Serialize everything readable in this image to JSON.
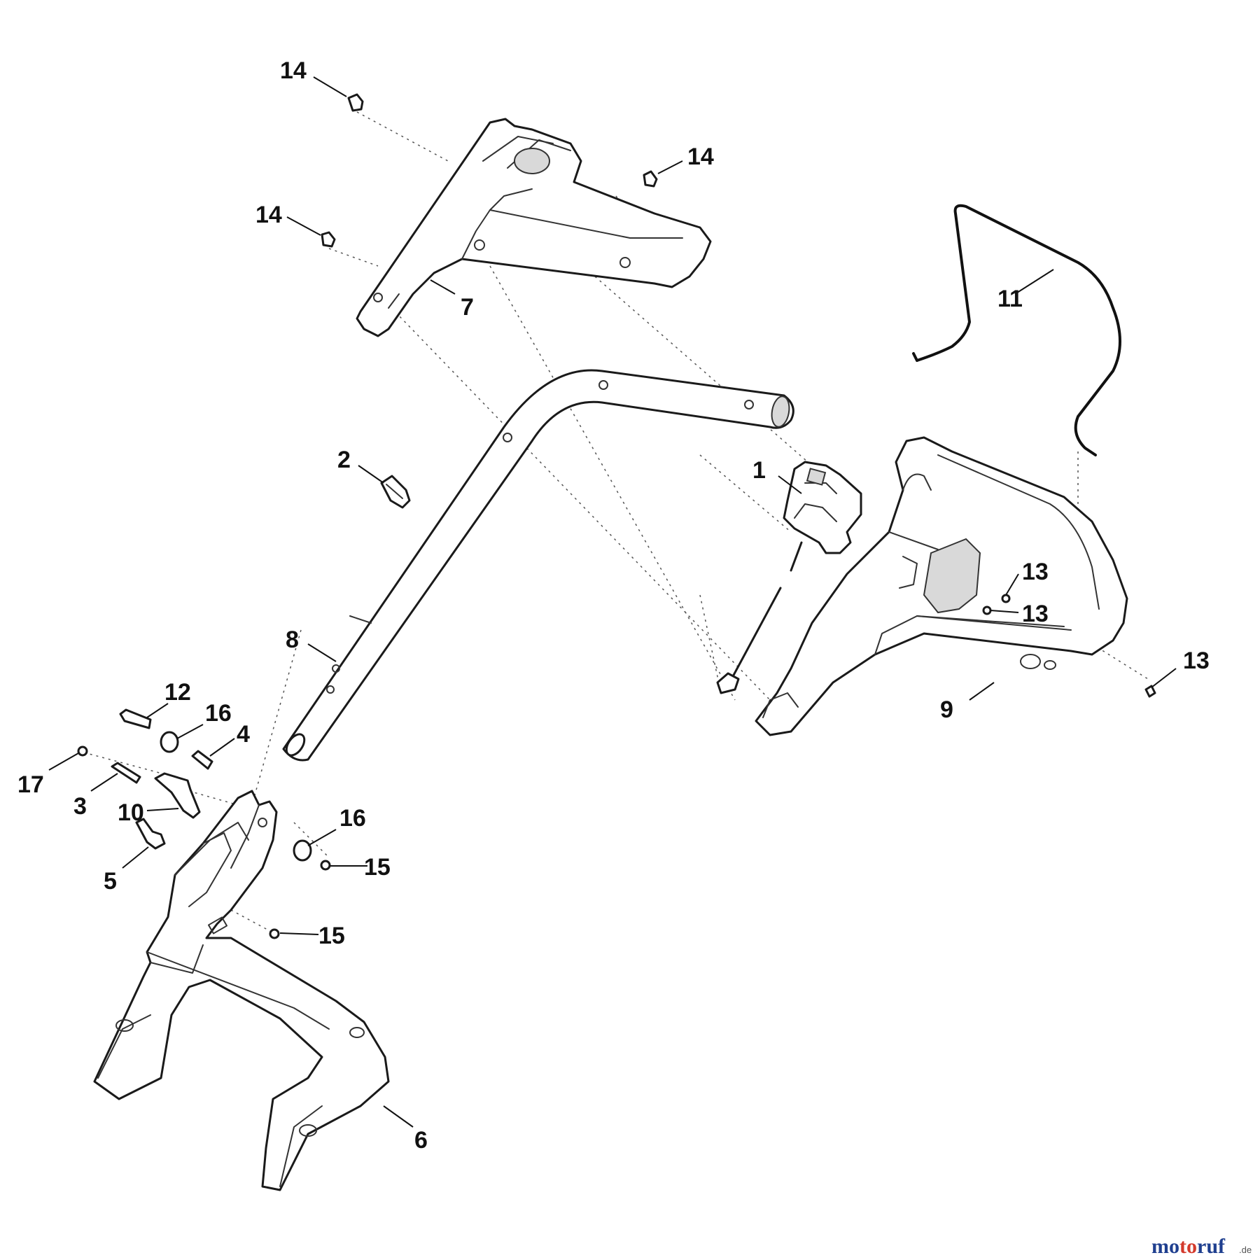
{
  "labels": {
    "l1": "1",
    "l2": "2",
    "l3": "3",
    "l4": "4",
    "l5": "5",
    "l6": "6",
    "l7": "7",
    "l8": "8",
    "l9": "9",
    "l10": "10",
    "l11": "11",
    "l12": "12",
    "l13a": "13",
    "l13b": "13",
    "l13c": "13",
    "l14a": "14",
    "l14b": "14",
    "l14c": "14",
    "l15a": "15",
    "l15b": "15",
    "l16a": "16",
    "l16b": "16",
    "l17": "17"
  },
  "watermark": {
    "mo": "mo",
    "to": "to",
    "ruf": "ruf",
    "tld": ".de",
    "color_mo": "#1f3f8f",
    "color_to": "#d33a2c",
    "color_ruf": "#1f3f8f"
  }
}
